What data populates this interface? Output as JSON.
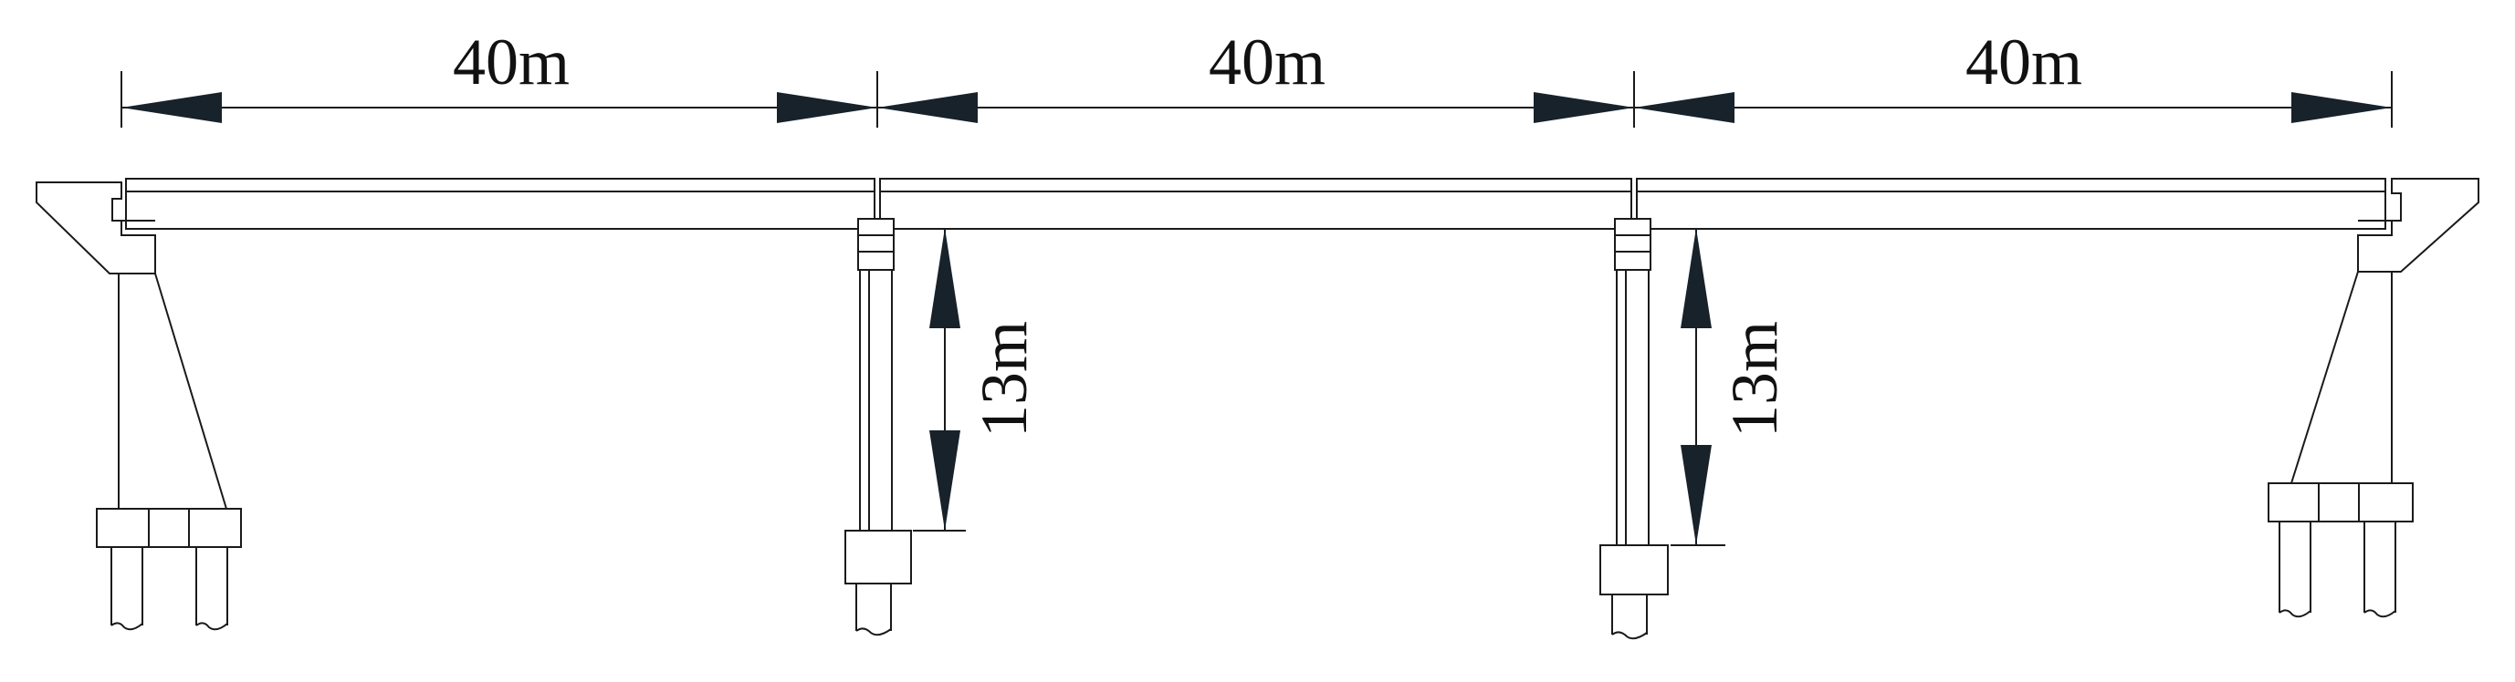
{
  "diagram": {
    "span_labels": [
      "40m",
      "40m",
      "40m"
    ],
    "height_labels": [
      "13m",
      "13m"
    ],
    "colors": {
      "line": "#1a1a1a",
      "arrow": "#17222b",
      "background": "#ffffff"
    }
  }
}
